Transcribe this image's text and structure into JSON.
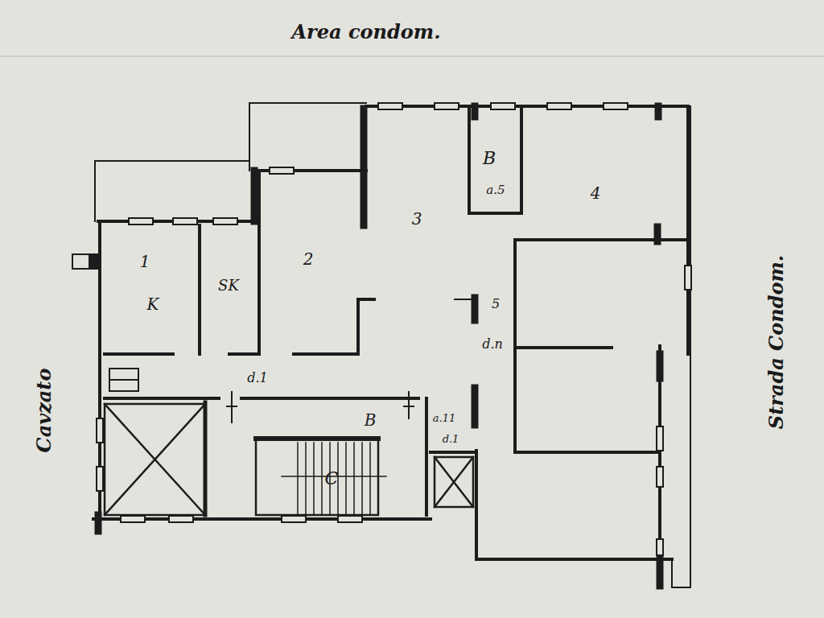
{
  "diagram": {
    "labels": [
      "Area condom.",
      "Strada Condom.",
      "Cavzato",
      "1",
      "K",
      "SK",
      "2",
      "3",
      "B",
      "a.5",
      "4",
      "5",
      "d.n",
      "d.1",
      "B",
      "C",
      "a.11",
      "d.1"
    ]
  }
}
